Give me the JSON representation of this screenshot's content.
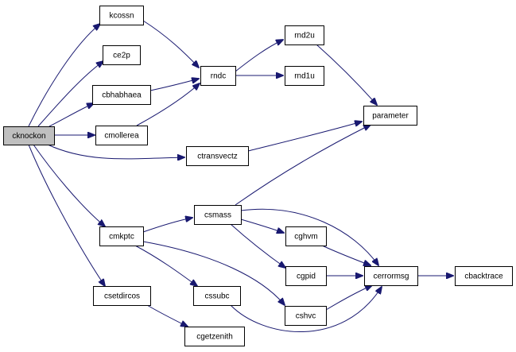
{
  "graph": {
    "nodes": {
      "cknockon": {
        "label": "cknockon",
        "root": true
      },
      "kcossn": {
        "label": "kcossn"
      },
      "ce2p": {
        "label": "ce2p"
      },
      "cbhabhaea": {
        "label": "cbhabhaea"
      },
      "cmollerea": {
        "label": "cmollerea"
      },
      "rndc": {
        "label": "rndc"
      },
      "rnd2u": {
        "label": "rnd2u"
      },
      "rnd1u": {
        "label": "rnd1u"
      },
      "parameter": {
        "label": "parameter"
      },
      "ctransvectz": {
        "label": "ctransvectz"
      },
      "csmass": {
        "label": "csmass"
      },
      "cmkptc": {
        "label": "cmkptc"
      },
      "cghvm": {
        "label": "cghvm"
      },
      "cgpid": {
        "label": "cgpid"
      },
      "cerrormsg": {
        "label": "cerrormsg"
      },
      "cbacktrace": {
        "label": "cbacktrace"
      },
      "csetdircos": {
        "label": "csetdircos"
      },
      "cssubc": {
        "label": "cssubc"
      },
      "cshvc": {
        "label": "cshvc"
      },
      "cgetzenith": {
        "label": "cgetzenith"
      }
    },
    "edges": [
      [
        "cknockon",
        "kcossn"
      ],
      [
        "cknockon",
        "ce2p"
      ],
      [
        "cknockon",
        "cbhabhaea"
      ],
      [
        "cknockon",
        "cmollerea"
      ],
      [
        "cknockon",
        "ctransvectz"
      ],
      [
        "cknockon",
        "cmkptc"
      ],
      [
        "cknockon",
        "csetdircos"
      ],
      [
        "kcossn",
        "rndc"
      ],
      [
        "cbhabhaea",
        "rndc"
      ],
      [
        "cmollerea",
        "rndc"
      ],
      [
        "rndc",
        "rnd2u"
      ],
      [
        "rndc",
        "rnd1u"
      ],
      [
        "rnd2u",
        "parameter"
      ],
      [
        "ctransvectz",
        "parameter"
      ],
      [
        "csmass",
        "parameter"
      ],
      [
        "cmkptc",
        "csmass"
      ],
      [
        "cmkptc",
        "cssubc"
      ],
      [
        "cmkptc",
        "cshvc"
      ],
      [
        "csmass",
        "cghvm"
      ],
      [
        "csmass",
        "cgpid"
      ],
      [
        "csmass",
        "cerrormsg"
      ],
      [
        "cghvm",
        "cerrormsg"
      ],
      [
        "cgpid",
        "cerrormsg"
      ],
      [
        "cshvc",
        "cerrormsg"
      ],
      [
        "cssubc",
        "cerrormsg"
      ],
      [
        "cerrormsg",
        "cbacktrace"
      ],
      [
        "csetdircos",
        "cgetzenith"
      ]
    ]
  },
  "colors": {
    "edge": "#191970",
    "node_fill": "#ffffff",
    "root_fill": "#bfbfbf",
    "node_border": "#000000"
  }
}
